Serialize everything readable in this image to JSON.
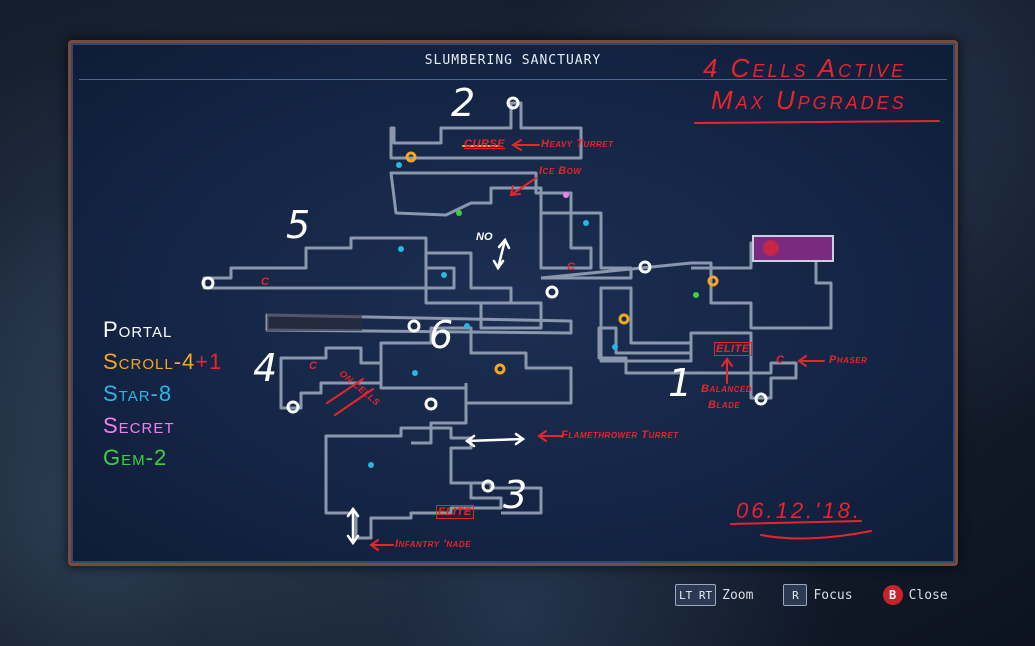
{
  "window": {
    "title": "SLUMBERING SANCTUARY"
  },
  "header_notes": {
    "line1": "4 Cells Active",
    "line2": "Max Upgrades"
  },
  "area_numbers": [
    "1",
    "2",
    "3",
    "4",
    "5",
    "6"
  ],
  "labels": {
    "curse": "CURSE",
    "heavy_turret": "Heavy Turret",
    "ice_bow": "Ice Bow",
    "no": "NO",
    "phaser": "Phaser",
    "elite_right": "ELITE",
    "balanced_blade_1": "Balanced",
    "balanced_blade_2": "Blade",
    "flamethrower_turret": "Flamethrower Turret",
    "elite_bottom": "ELITE",
    "infantry_nade": "Infantry 'nade",
    "on_cells": "ON CELLS",
    "c": "C"
  },
  "legend": {
    "portal": "Portal",
    "scroll": "Scroll-4",
    "scroll_extra": "+1",
    "star": "Star-8",
    "secret": "Secret",
    "gem": "Gem-2"
  },
  "date": "06.12.'18.",
  "colors": {
    "panel_border": "#7a4b3a",
    "annotation_red": "#e8242c",
    "scroll_orange": "#f5a623",
    "star_cyan": "#29b6e6",
    "secret_pink": "#f27ff2",
    "gem_green": "#3ed13e",
    "portal_white": "#ffffff"
  },
  "controls": {
    "zoom_key": "LT RT",
    "zoom_label": "Zoom",
    "focus_key": "R",
    "focus_label": "Focus",
    "close_key": "B",
    "close_label": "Close"
  }
}
